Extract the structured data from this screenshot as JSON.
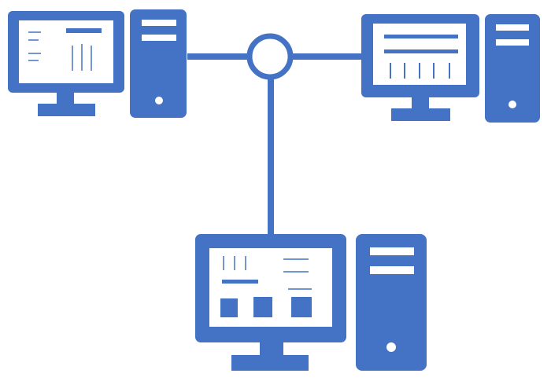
{
  "diagram": {
    "type": "network-topology",
    "hub": {
      "icon": "hub-node-icon"
    },
    "workstations": [
      {
        "id": "left",
        "icon": "desktop-computer-icon",
        "screen_content": "list-and-chart"
      },
      {
        "id": "right",
        "icon": "desktop-computer-icon",
        "screen_content": "table"
      },
      {
        "id": "bottom",
        "icon": "desktop-computer-icon",
        "screen_content": "dashboard-blocks"
      }
    ],
    "links": [
      {
        "from": "left",
        "to": "hub"
      },
      {
        "from": "right",
        "to": "hub"
      },
      {
        "from": "bottom",
        "to": "hub"
      }
    ]
  },
  "colors": {
    "accent": "#4472C4",
    "screen": "#FFFFFF",
    "background": "#FFFFFF"
  }
}
